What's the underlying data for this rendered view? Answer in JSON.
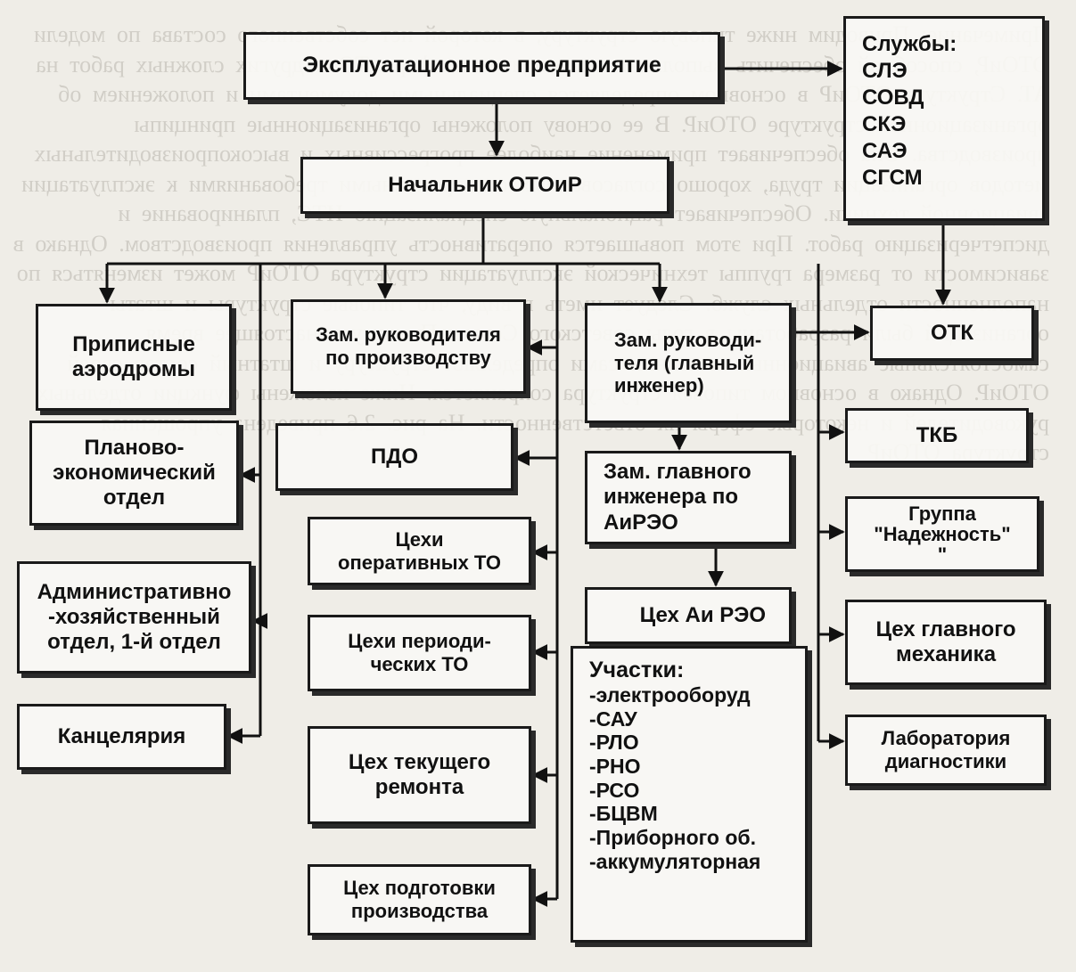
{
  "background_text": "Примечание: Приводим ниже типовую структуру, в которой нет собственного состава по модели ОТОиР, способной обеспечить выполнение периодических форм ТО и других сложных работ на АТ. Структура ОТОиР в основном определяется специальными документами и положением об организационной структуре ОТОиР. В ее основу положены организационные принципы производства. Она обеспечивает применение наиболее прогрессивных и высокопроизводительных методов организации труда, хорошо согласованных с современными требованиями к эксплуатации авиационной техники. Обеспечивает рациональную специализацию ИТС, планирование и диспетчеризацию работ. При этом повышается оперативность управления производством. Однако в зависимости от размера группы технической эксплуатации структура ОТОиР может изменяться по наполненности отдельных служб. Следует иметь в виду, что типовые структуры и штаты организаций были разработаны в годы советского Союза. Поэтому в настоящее время самостоятельные авиационные компании сами определяют структуру и штатный состав своей ОТОиР. Однако в основном типовая структура сохраняется. Ниже изложены функции отдельных руководителей и некоторые сферы их ответственности. На рис. 2.6 приведена упрощенная структура ОТОиР",
  "diagram": {
    "root": "Эксплуатационное предприятие",
    "services": {
      "title": "Службы:",
      "items": [
        "СЛЭ",
        "СОВД",
        "СКЭ",
        "САЭ",
        "СГСМ"
      ]
    },
    "head": "Начальник ОТОиР",
    "left_units": [
      "Приписные\nаэродромы",
      "Планово-\nэкономический\nотдел",
      "Административно\n-хозяйственный\nотдел, 1-й отдел",
      "Канцелярия"
    ],
    "deputy_production": "Зам. руководителя\nпо производству",
    "production_units": [
      "ПДО",
      "Цехи\nоперативных ТО",
      "Цехи периоди-\nческих ТО",
      "Цех текущего\nремонта",
      "Цех подготовки\nпроизводства"
    ],
    "chief_engineer": "Зам. руководи-\nтеля (главный\nинженер)",
    "deputy_chief_engineer": "Зам. главного\nинженера по\nАиРЭО",
    "airo_shop": "Цех Аи РЭО",
    "sections": {
      "title": "Участки:",
      "items": [
        "-электрооборуд",
        "-САУ",
        "-РЛО",
        "-РНО",
        "-РСО",
        "-БЦВМ",
        "-Приборного об.",
        "-аккумуляторная"
      ]
    },
    "right_units": [
      "ОТК",
      "ТКБ",
      "Группа\n\"Надежность\"\n\"",
      "Цех главного\nмеханика",
      "Лаборатория\nдиагностики"
    ]
  }
}
